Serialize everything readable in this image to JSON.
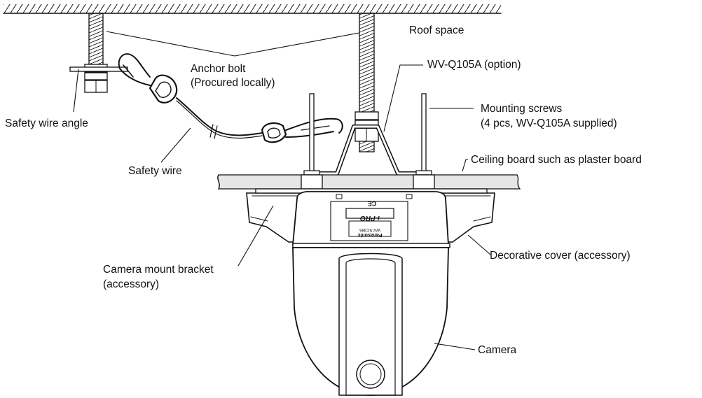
{
  "labels": {
    "roof_space": "Roof space",
    "anchor_bolt_1": "Anchor bolt",
    "anchor_bolt_2": "(Procured locally)",
    "wv_q105a": "WV-Q105A (option)",
    "mounting_screws_1": "Mounting screws",
    "mounting_screws_2": "(4 pcs, WV-Q105A supplied)",
    "safety_wire_angle": "Safety wire angle",
    "safety_wire": "Safety wire",
    "ceiling_board": "Ceiling board such as plaster board",
    "mount_bracket_1": "Camera mount bracket",
    "mount_bracket_2": "(accessory)",
    "decorative_cover": "Decorative cover (accessory)",
    "camera": "Camera"
  },
  "camera_markings": {
    "brand": "Panasonic",
    "model": "WV-SC385",
    "series_logo": "i-PRO",
    "certification_logo": "CE"
  },
  "colors": {
    "line": "#111111",
    "board_fill": "#e6e6e6",
    "camera_fill": "#ffffff",
    "hatch": "#111111"
  }
}
